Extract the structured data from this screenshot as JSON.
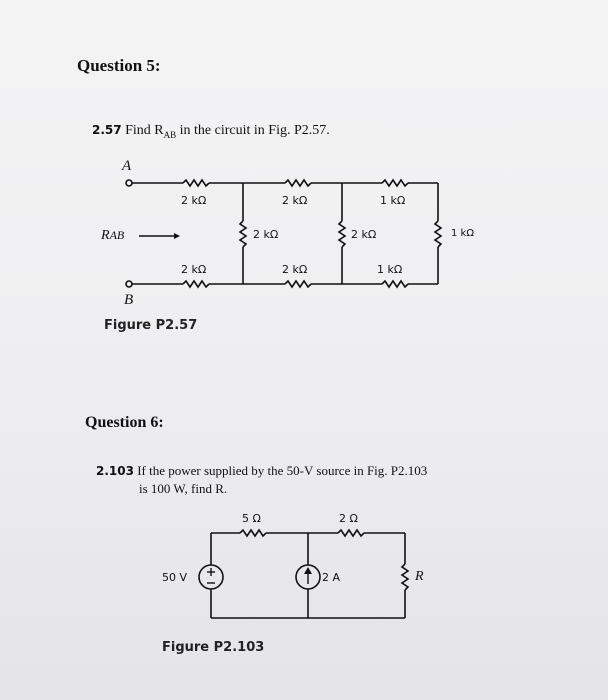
{
  "q5": {
    "title": "Question 5:",
    "number": "2.57",
    "text": "Find R",
    "sub": "AB",
    "text2": " in the circuit in Fig. P2.57.",
    "figure_label": "Figure P2.57",
    "node_a": "A",
    "node_b": "B",
    "rab_label": "R",
    "rab_sub": "AB",
    "resistors": {
      "top1": "2 kΩ",
      "top2": "2 kΩ",
      "top3": "1 kΩ",
      "mid1": "2 kΩ",
      "mid2": "2 kΩ",
      "right": "1 kΩ",
      "bot1": "2 kΩ",
      "bot2": "2 kΩ",
      "bot3": "1 kΩ"
    }
  },
  "q6": {
    "title": "Question 6:",
    "number": "2.103",
    "line1": "If the power supplied by the 50-V source in Fig. P2.103",
    "line2": "is 100 W, find R.",
    "figure_label": "Figure P2.103",
    "r1": "5 Ω",
    "r2": "2 Ω",
    "vsource": "50 V",
    "isource": "2 A",
    "r_label": "R"
  }
}
